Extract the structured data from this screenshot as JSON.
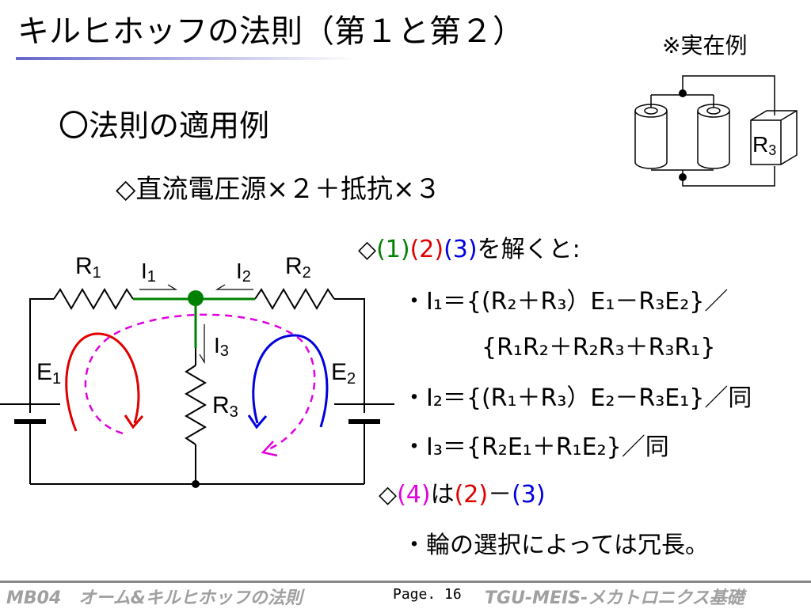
{
  "slide": {
    "title": "キルヒホッフの法則（第１と第２）",
    "example_label": "※実在例",
    "section_heading": "〇法則の適用例",
    "subheading": "◇直流電圧源×２＋抵抗×３"
  },
  "circuit": {
    "r1": "R",
    "r1_sub": "1",
    "r2": "R",
    "r2_sub": "2",
    "r3": "R",
    "r3_sub": "3",
    "e1": "E",
    "e1_sub": "1",
    "e2": "E",
    "e2_sub": "2",
    "i1": "I",
    "i1_sub": "1",
    "i2": "I",
    "i2_sub": "2",
    "i3": "I",
    "i3_sub": "3"
  },
  "photo": {
    "r3_label": "R",
    "r3_sub": "3"
  },
  "solution": {
    "intro_prefix": "◇",
    "loop1": "(1)",
    "loop2": "(2)",
    "loop3": "(3)",
    "intro_suffix": "を解くと:",
    "eq1_line1": "・I₁＝{(R₂＋R₃）E₁－R₃E₂}／",
    "eq1_line2": "{R₁R₂＋R₂R₃＋R₃R₁}",
    "eq2": "・I₂＝{(R₁＋R₃）E₂－R₃E₁}／同",
    "eq3": "・I₃＝{R₂E₁＋R₁E₂}／同",
    "note_prefix": "◇",
    "note_loop4": "(4)",
    "note_mid": "は",
    "note_loop2": "(2)",
    "note_minus": "－",
    "note_loop3": "(3)",
    "note_redundancy": "・輪の選択によっては冗長。"
  },
  "footer": {
    "course": "MB04　オーム&キルヒホッフの法則",
    "page": "Page. 16",
    "program": "TGU-MEIS-メカトロニクス基礎"
  },
  "colors": {
    "loop_red": "#e00000",
    "loop_blue": "#0000e0",
    "loop_magenta": "#e000e0",
    "node_green": "#008000"
  }
}
